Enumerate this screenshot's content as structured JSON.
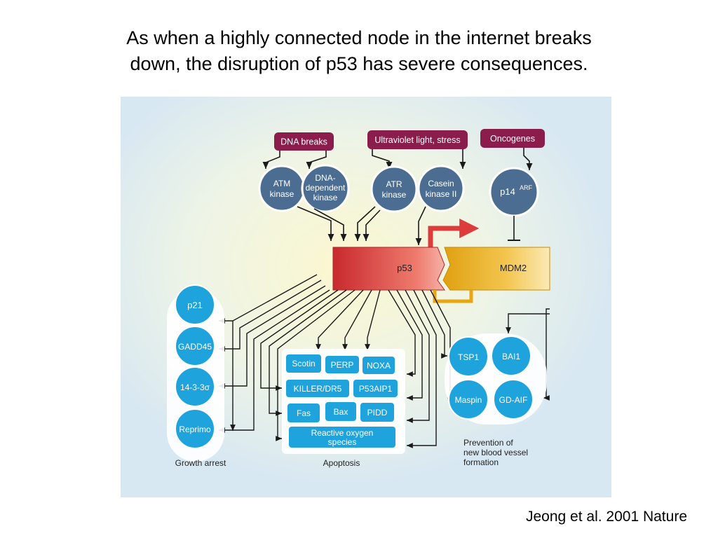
{
  "slide": {
    "title_line1": "As when a highly connected node in the internet breaks",
    "title_line2": "down, the disruption of p53 has severe consequences.",
    "citation": "Jeong et al. 2001 Nature"
  },
  "colors": {
    "background": "#dcebf3",
    "stimulus_box": "#8b1d4c",
    "kinase_circle": "#4a6d91",
    "target_circle": "#1fa3dc",
    "p53_red": "#dc3c3c",
    "mdm2_orange": "#e8a613",
    "arrow": "#1a1a1a"
  },
  "diagram": {
    "stimuli": {
      "dna_breaks": "DNA breaks",
      "uv_stress": "Ultraviolet light, stress",
      "oncogenes": "Oncogenes"
    },
    "kinases": {
      "atm_l1": "ATM",
      "atm_l2": "kinase",
      "dnapk_l1": "DNA-",
      "dnapk_l2": "dependent",
      "dnapk_l3": "kinase",
      "atr_l1": "ATR",
      "atr_l2": "kinase",
      "ck_l1": "Casein",
      "ck_l2": "kinase II",
      "p14": "p14",
      "p14_sup": "ARF"
    },
    "core": {
      "p53": "p53",
      "mdm2": "MDM2"
    },
    "growth_arrest": {
      "items": [
        "p21",
        "GADD45",
        "14-3-3σ",
        "Reprimo"
      ],
      "label": "Growth arrest"
    },
    "apoptosis": {
      "scotin": "Scotin",
      "perp": "PERP",
      "noxa": "NOXA",
      "killer": "KILLER/DR5",
      "p53aip1": "P53AIP1",
      "fas": "Fas",
      "bax": "Bax",
      "pidd": "PIDD",
      "ros_l1": "Reactive oxygen",
      "ros_l2": "species",
      "label": "Apoptosis"
    },
    "angiogenesis": {
      "tsp1": "TSP1",
      "bai1": "BAI1",
      "maspin": "Maspin",
      "gdaif": "GD-AIF",
      "label_l1": "Prevention of",
      "label_l2": "new blood vessel",
      "label_l3": "formation"
    }
  }
}
